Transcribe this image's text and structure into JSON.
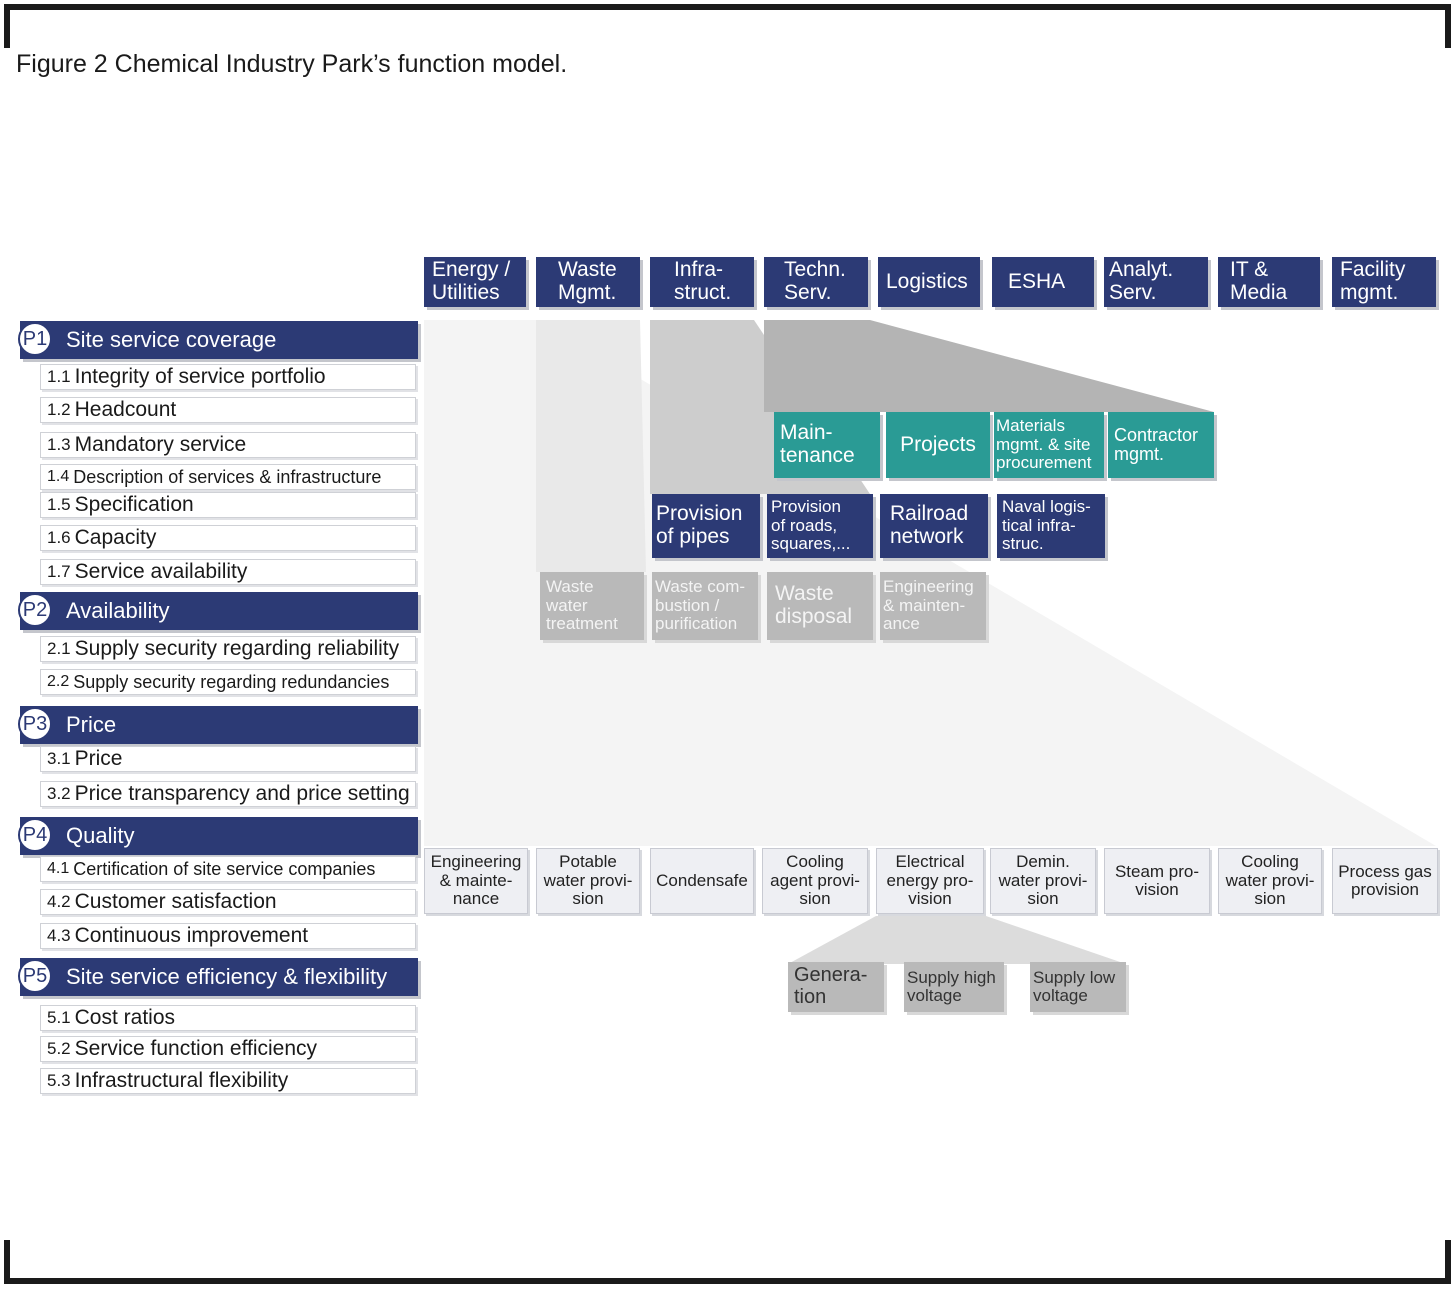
{
  "caption": "Figure 2 Chemical Industry Park’s function model.",
  "service_categories": [
    {
      "id": "energy",
      "label": "Energy /\nUtilities"
    },
    {
      "id": "waste",
      "label": "Waste\nMgmt."
    },
    {
      "id": "infra",
      "label": "Infra-\nstruct."
    },
    {
      "id": "techn",
      "label": "Techn.\nServ."
    },
    {
      "id": "logistics",
      "label": "Logistics"
    },
    {
      "id": "esha",
      "label": "ESHA"
    },
    {
      "id": "analyt",
      "label": "Analyt.\nServ."
    },
    {
      "id": "it",
      "label": "IT &\nMedia"
    },
    {
      "id": "facility",
      "label": "Facility\nmgmt."
    }
  ],
  "technical_services": [
    {
      "id": "maintenance",
      "label": "Main-\ntenance"
    },
    {
      "id": "projects",
      "label": "Projects"
    },
    {
      "id": "materials",
      "label": "Materials\nmgmt. & site\nprocurement"
    },
    {
      "id": "contractor",
      "label": "Contractor\nmgmt."
    }
  ],
  "infrastructure_services": [
    {
      "id": "pipes",
      "label": "Provision\nof pipes"
    },
    {
      "id": "roads",
      "label": "Provision\nof roads,\nsquares,..."
    },
    {
      "id": "railroad",
      "label": "Railroad\nnetwork"
    },
    {
      "id": "naval",
      "label": "Naval logis-\ntical infra-\nstruc."
    }
  ],
  "waste_services": [
    {
      "id": "waste-water",
      "label": "Waste\nwater\ntreatment"
    },
    {
      "id": "waste-combustion",
      "label": "Waste com-\nbustion /\npurification"
    },
    {
      "id": "waste-disposal",
      "label": "Waste\ndisposal"
    },
    {
      "id": "waste-engineering",
      "label": "Engineering\n& mainten-\nance"
    }
  ],
  "utility_services": [
    {
      "id": "engineering",
      "label": "Engineering\n& mainte-\nnance"
    },
    {
      "id": "potable",
      "label": "Potable\nwater provi-\nsion"
    },
    {
      "id": "condensate",
      "label": "Condensafe"
    },
    {
      "id": "cooling-agent",
      "label": "Cooling\nagent provi-\nsion"
    },
    {
      "id": "electrical",
      "label": "Electrical\nenergy pro-\nvision"
    },
    {
      "id": "demin",
      "label": "Demin.\nwater provi-\nsion"
    },
    {
      "id": "steam",
      "label": "Steam pro-\nvision"
    },
    {
      "id": "cooling-water",
      "label": "Cooling\nwater provi-\nsion"
    },
    {
      "id": "process-gas",
      "label": "Process gas\nprovision"
    }
  ],
  "electrical_services": [
    {
      "id": "generation",
      "label": "Genera-\ntion"
    },
    {
      "id": "high-voltage",
      "label": "Supply high\nvoltage"
    },
    {
      "id": "low-voltage",
      "label": "Supply low\nvoltage"
    }
  ],
  "criteria": [
    {
      "badge": "P1",
      "title": "Site service coverage",
      "items": [
        {
          "num": "1.1",
          "text": "Integrity of service portfolio"
        },
        {
          "num": "1.2",
          "text": "Headcount"
        },
        {
          "num": "1.3",
          "text": "Mandatory service"
        },
        {
          "num": "1.4",
          "text": "Description of services & infrastructure"
        },
        {
          "num": "1.5",
          "text": "Specification"
        },
        {
          "num": "1.6",
          "text": "Capacity"
        },
        {
          "num": "1.7",
          "text": "Service availability"
        }
      ]
    },
    {
      "badge": "P2",
      "title": "Availability",
      "items": [
        {
          "num": "2.1",
          "text": "Supply security regarding reliability"
        },
        {
          "num": "2.2",
          "text": "Supply security regarding redundancies"
        }
      ]
    },
    {
      "badge": "P3",
      "title": "Price",
      "items": [
        {
          "num": "3.1",
          "text": "Price"
        },
        {
          "num": "3.2",
          "text": "Price transparency and price setting"
        }
      ]
    },
    {
      "badge": "P4",
      "title": "Quality",
      "items": [
        {
          "num": "4.1",
          "text": "Certification of site service companies"
        },
        {
          "num": "4.2",
          "text": "Customer satisfaction"
        },
        {
          "num": "4.3",
          "text": "Continuous improvement"
        }
      ]
    },
    {
      "badge": "P5",
      "title": "Site service efficiency & flexibility",
      "items": [
        {
          "num": "5.1",
          "text": "Cost ratios"
        },
        {
          "num": "5.2",
          "text": "Service function efficiency"
        },
        {
          "num": "5.3",
          "text": "Infrastructural flexibility"
        }
      ]
    }
  ],
  "colors": {
    "navy": "#2c3a75",
    "teal": "#2a9b95",
    "grey": "#b9b9b9",
    "light": "#eeeff3"
  }
}
